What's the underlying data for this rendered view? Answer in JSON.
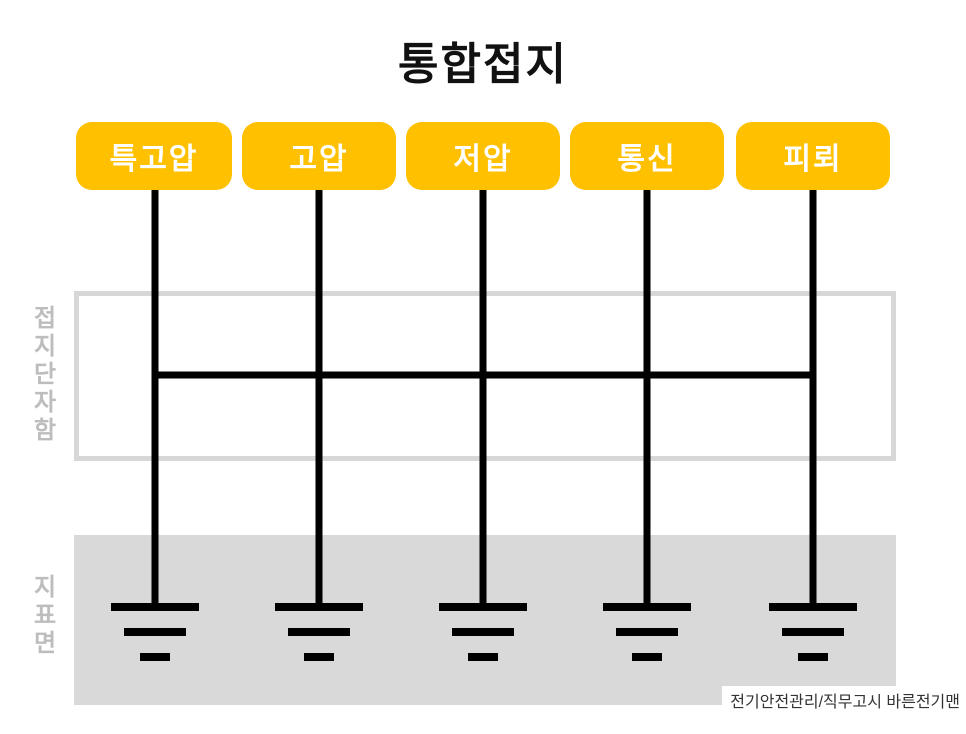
{
  "title": "통합접지",
  "categories": [
    "특고압",
    "고압",
    "저압",
    "통신",
    "피뢰"
  ],
  "zones": {
    "terminal_box": "접지단자함",
    "ground_surface": "지표면"
  },
  "credit": "전기안전관리/직무고시 바른전기맨",
  "colors": {
    "tag": "#ffc000",
    "wire": "#000000",
    "ground_zone": "#d9d9d9",
    "box_border": "#d7d7d7"
  }
}
